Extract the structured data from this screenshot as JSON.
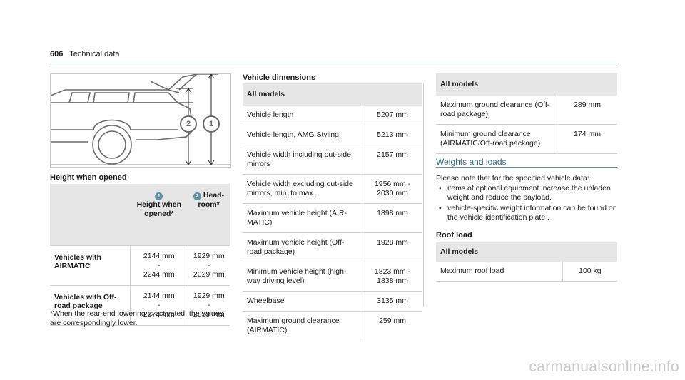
{
  "header": {
    "page_number": "606",
    "title": "Technical data"
  },
  "figure": {
    "badge_1": "2",
    "badge_2": "1"
  },
  "height_opened": {
    "title": "Height when opened",
    "col1_badge": "1",
    "col1_label": "Height when opened*",
    "col2_badge": "2",
    "col2_label": "Head-room*",
    "rows": [
      {
        "label": "Vehicles with AIRMATIC",
        "v1a": "2144 mm",
        "v1b": "-",
        "v1c": "2244 mm",
        "v2a": "1929 mm",
        "v2b": "-",
        "v2c": "2029 mm"
      },
      {
        "label": "Vehicles with Off-road package",
        "v1a": "2144 mm",
        "v1b": "-",
        "v1c": "2274 mm",
        "v2a": "1929 mm",
        "v2b": "-",
        "v2c": "2059 mm"
      }
    ],
    "footnote": "*When the rear-end lowering is activated, the values are correspondingly lower."
  },
  "vehicle_dimensions": {
    "title": "Vehicle dimensions",
    "header": "All models",
    "rows": [
      {
        "label": "Vehicle length",
        "value": "5207 mm"
      },
      {
        "label": "Vehicle length, AMG Styling",
        "value": "5213 mm"
      },
      {
        "label": "Vehicle width including out-side mirrors",
        "value": "2157 mm"
      },
      {
        "label": "Vehicle width excluding out-side mirrors, min. to max.",
        "value": "1956 mm - 2030 mm"
      },
      {
        "label": "Maximum vehicle height (AIR-MATIC)",
        "value": "1898 mm"
      },
      {
        "label": "Maximum vehicle height (Off-road package)",
        "value": "1928 mm"
      },
      {
        "label": "Minimum vehicle height (high-way driving level)",
        "value": "1823 mm - 1838 mm"
      },
      {
        "label": "Wheelbase",
        "value": "3135 mm"
      },
      {
        "label": "Maximum ground clearance (AIRMATIC)",
        "value": "259 mm"
      }
    ]
  },
  "ground_clearance": {
    "header": "All models",
    "rows": [
      {
        "label": "Maximum ground clearance (Off-road package)",
        "value": "289 mm"
      },
      {
        "label": "Minimum ground clearance (AIRMATIC/Off-road package)",
        "value": "174 mm"
      }
    ]
  },
  "weights": {
    "title": "Weights and loads",
    "intro": "Please note that for the specified vehicle data:",
    "bullets": [
      "items of optional equipment increase the unladen weight and reduce the payload.",
      "vehicle-specific weight information can be found on the vehicle identification plate ."
    ],
    "roof_title": "Roof load",
    "roof_header": "All models",
    "roof_label": "Maximum roof load",
    "roof_value": "100 kg"
  },
  "watermark": "carmanualsonline.info",
  "colors": {
    "accent": "#5b8fa8",
    "table_header": "#e6e6e6",
    "rule": "#d0d0d0"
  }
}
